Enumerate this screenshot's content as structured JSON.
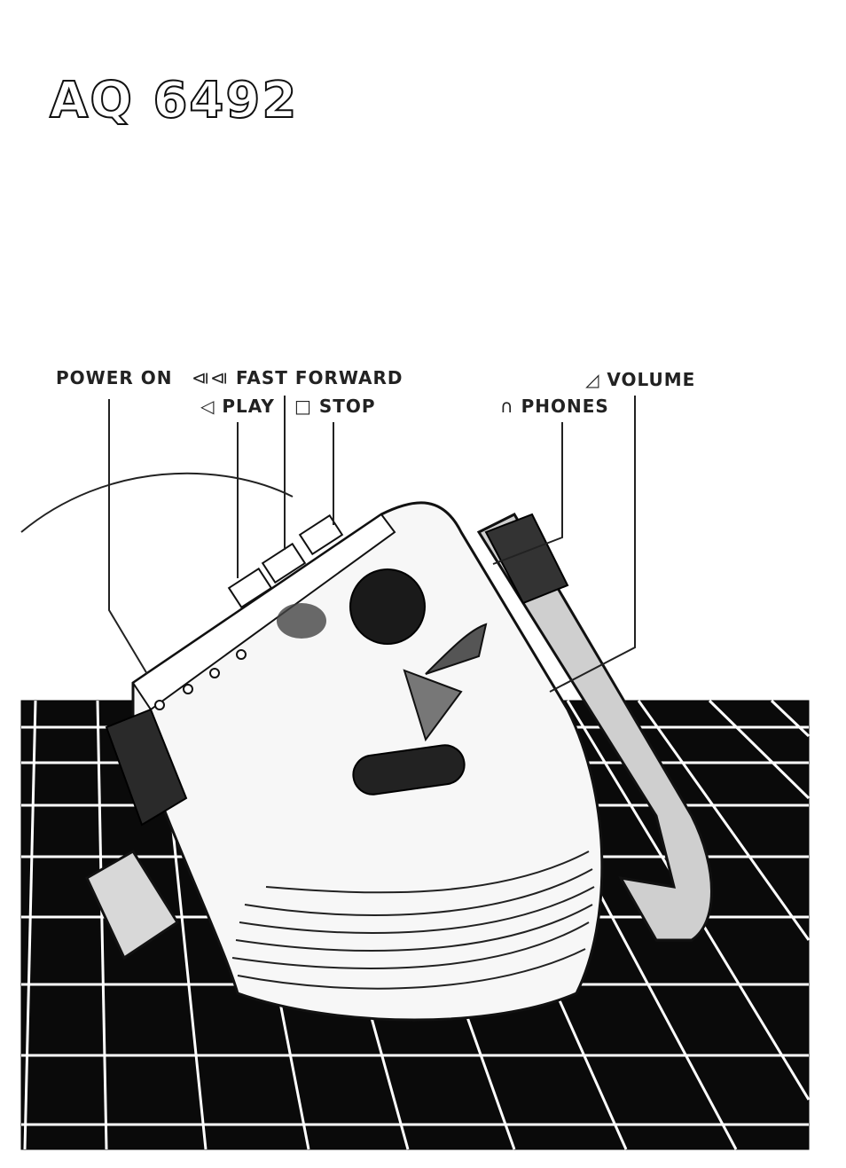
{
  "model": "AQ 6492",
  "labels": {
    "power_on": "POWER ON",
    "fast_forward": "FAST FORWARD",
    "play": "PLAY",
    "stop": "STOP",
    "phones": "PHONES",
    "volume": "VOLUME"
  },
  "symbols": {
    "fast_forward": "⧏⧏",
    "play": "◁",
    "stop": "□",
    "phones": "∩",
    "volume": "◿"
  }
}
